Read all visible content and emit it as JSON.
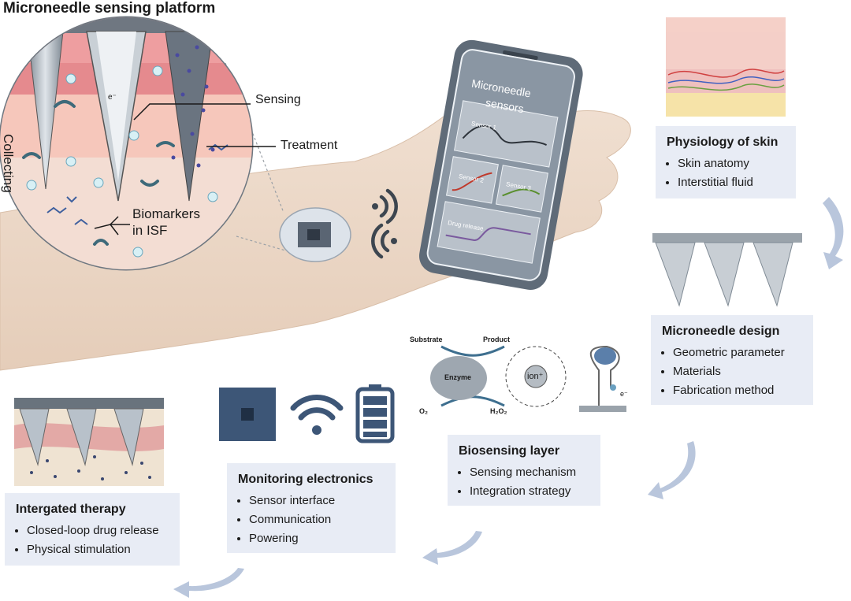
{
  "title": "Microneedle sensing platform",
  "inset": {
    "sensing": "Sensing",
    "treatment": "Treatment",
    "collecting": "Collecting",
    "biomarkers_line1": "Biomarkers",
    "biomarkers_line2": "in ISF",
    "electron": "e⁻"
  },
  "phone": {
    "title_line1": "Microneedle",
    "title_line2": "sensors",
    "sensor1": "Sensor 1",
    "sensor2": "Sensor 2",
    "sensor3": "Sensor 3",
    "drug_release": "Drug release"
  },
  "biosensing_figure": {
    "substrate": "Substrate",
    "product": "Product",
    "enzyme": "Enzyme",
    "o2": "O₂",
    "h2o2": "H₂O₂",
    "ion": "ion⁺",
    "electron": "e⁻"
  },
  "boxes": {
    "skin": {
      "title": "Physiology of skin",
      "items": [
        "Skin anatomy",
        "Interstitial fluid"
      ]
    },
    "design": {
      "title": "Microneedle design",
      "items": [
        "Geometric parameter",
        "Materials",
        "Fabrication method"
      ]
    },
    "biosensing": {
      "title": "Biosensing layer",
      "items": [
        "Sensing mechanism",
        "Integration strategy"
      ]
    },
    "electronics": {
      "title": "Monitoring electronics",
      "items": [
        "Sensor interface",
        "Communication",
        "Powering"
      ]
    },
    "therapy": {
      "title": "Intergated therapy",
      "items": [
        "Closed-loop drug release",
        "Physical stimulation"
      ]
    }
  },
  "colors": {
    "box_bg": "#e8ecf5",
    "arm": "#ecd8c8",
    "phone_body": "#5f6b78",
    "screen": "#8a96a3",
    "arrow": "#b9c6dc",
    "skin_pink": "#e7a4a4"
  }
}
